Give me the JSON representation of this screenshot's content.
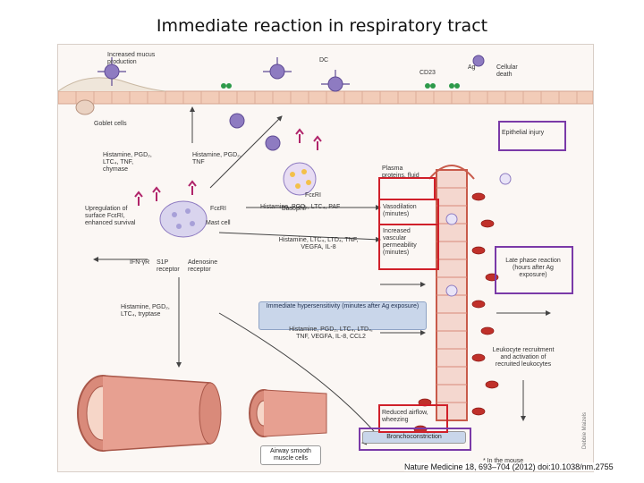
{
  "title": "Immediate reaction in respiratory tract",
  "citation": "Nature Medicine 18, 693–704 (2012) doi:10.1038/nm.2755",
  "credit": "Debbie Maizels",
  "labels": {
    "mucus": "Increased mucus production",
    "dc": "DC",
    "cd23": "CD23",
    "ag": "Ag",
    "cellular_death": "Cellular death",
    "goblet": "Goblet cells",
    "goblet_mediators": "Histamine, PGD₂, LTC₄, TNF, chymase",
    "dc_mediators": "Histamine, PGD₂, TNF",
    "basophil": "Basophil",
    "mast_cell": "Mast cell",
    "upregulation": "Upregulation of surface FcεRI, enhanced survival",
    "ifn": "IFN-γR",
    "s1p": "S1P receptor",
    "adenosine": "Adenosine receptor",
    "fcer1": "FcεRI",
    "row1_mediators": "Histamine, PGD₂, LTC₄, PAF",
    "row2_mediators": "Histamine, LTC₄, LTD₄, TNF, VEGFA, IL-8",
    "immediate": "Immediate hypersensitivity (minutes after Ag exposure)",
    "lower_mediators": "Histamine, PGD₂, LTC₄, tryptase",
    "vessel_mediators": "Histamine, PGD₂, LTC₄, LTD₄, TNF, VEGFA, IL-8, CCL2",
    "plasma": "Plasma proteins, fluid",
    "vasodilation": "Vasodilation (minutes)",
    "permeability": "Increased vascular permeability (minutes)",
    "epithelial": "Epithelial injury",
    "late_phase": "Late phase reaction (hours after Ag exposure)",
    "leukocyte": "Leukocyte recruitment and activation of recruited leukocytes",
    "reduced_airflow": "Reduced airflow, wheezing",
    "bronchoconstriction": "Bronchoconstriction",
    "airway_smooth": "Airway smooth muscle cells",
    "mouse_note": "* In the mouse"
  },
  "colors": {
    "highlight_red": "#d0202a",
    "highlight_purple": "#7a3aa8",
    "vessel": "#c85a4a",
    "rbc": "#c0302a",
    "epithelium": "#f2ccb8",
    "cell_purple": "#8e7bc1",
    "receptor_magenta": "#b0246a",
    "airway": "#d98a7a"
  }
}
